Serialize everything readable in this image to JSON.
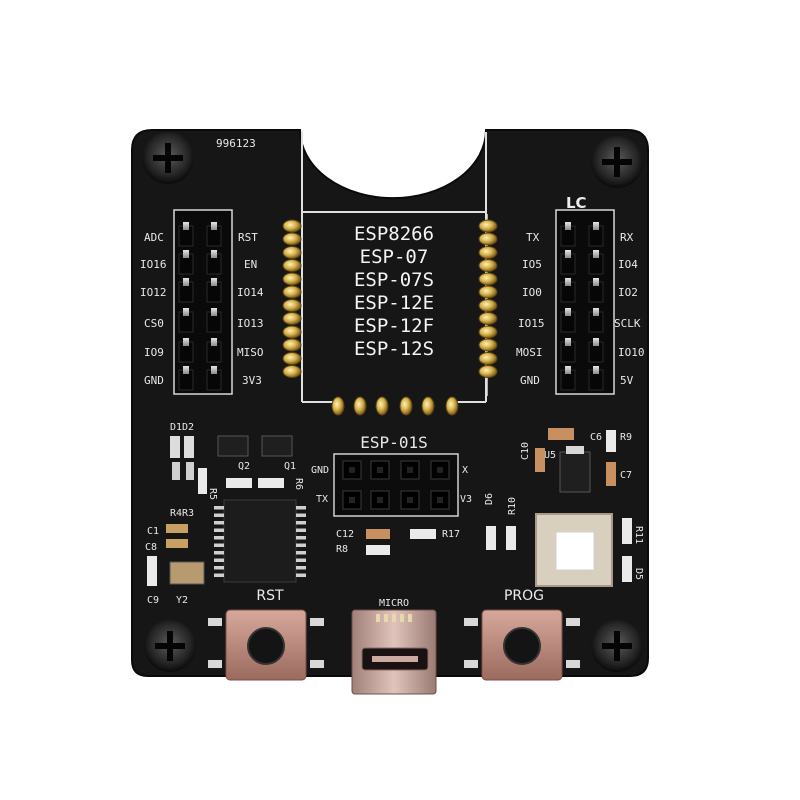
{
  "board": {
    "serial": "996123",
    "brand": "LC",
    "module_lines": [
      "ESP8266",
      "ESP-07",
      "ESP-07S",
      "ESP-12E",
      "ESP-12F",
      "ESP-12S"
    ],
    "left_outer_labels": [
      "ADC",
      "IO16",
      "IO12",
      "CS0",
      "IO9",
      "GND"
    ],
    "left_inner_labels": [
      "RST",
      "EN",
      "IO14",
      "IO13",
      "MISO",
      "3V3"
    ],
    "right_inner_labels": [
      "TX",
      "IO5",
      "IO0",
      "IO15",
      "MOSI",
      "GND"
    ],
    "right_outer_labels": [
      "RX",
      "IO4",
      "IO2",
      "SCLK",
      "IO10",
      "5V"
    ],
    "esp01s_label": "ESP-01S",
    "esp01s_pins": {
      "gnd": "GND",
      "tx": "TX",
      "rx": "X",
      "v33": "V3"
    },
    "components": {
      "d1d2": "D1D2",
      "q2": "Q2",
      "q1": "Q1",
      "r5": "R5",
      "r6": "R6",
      "r4r3": "R4R3",
      "c1": "C1",
      "c8": "C8",
      "c9": "C9",
      "y2": "Y2",
      "c12": "C12",
      "r8": "R8",
      "r17": "R17",
      "c6": "C6",
      "r9": "R9",
      "u5": "U5",
      "c10": "C10",
      "c7": "C7",
      "d6": "D6",
      "r10": "R10",
      "r11": "R11",
      "d5": "D5"
    },
    "buttons": {
      "rst_label": "RST",
      "prog_label": "PROG"
    },
    "usb_label": "MICRO",
    "colors": {
      "pcb": "#161616",
      "silkscreen": "#e8e8e8",
      "gold": "#d4b04a",
      "usb_metal": "#c9a9a0"
    }
  }
}
